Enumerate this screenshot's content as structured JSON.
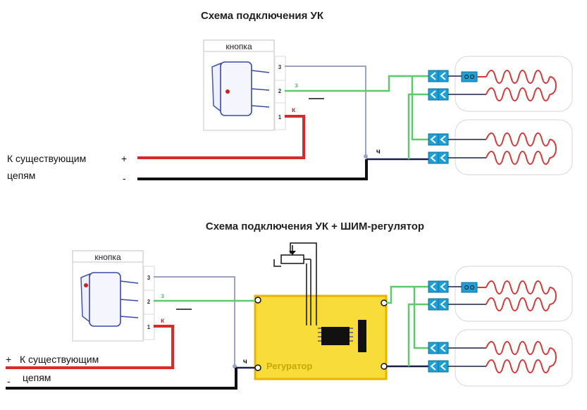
{
  "diagram": {
    "title_top": "Схема подключения УК",
    "title_bottom": "Схема подключения УК + ШИМ-регулятор",
    "button_label": "кнопка",
    "pins": [
      "3",
      "2",
      "1"
    ],
    "wire_green_label": "з",
    "wire_red_label": "к",
    "wire_black_label": "ч",
    "existing_circuits_line1": "К существующим",
    "existing_circuits_line2": "цепям",
    "plus_sign": "+",
    "minus_sign": "-",
    "regulator_label": "Регуратор",
    "colors": {
      "red_wire": "#d92a2a",
      "black_wire": "#111111",
      "green_wire": "#5cc96a",
      "grey_wire": "#9aa4c0",
      "connector": "#1e9fd6",
      "heater": "#d43a3a",
      "regulator_fill": "#f8dd3a",
      "regulator_border": "#e8b400"
    }
  }
}
